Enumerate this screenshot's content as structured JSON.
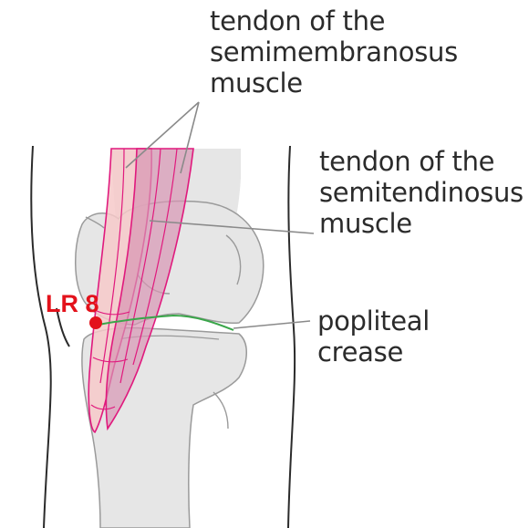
{
  "labels": {
    "semimembranosus": [
      "tendon of the",
      "semimembranosus",
      "muscle"
    ],
    "semitendinosus": [
      "tendon of the",
      "semitendinosus",
      "muscle"
    ],
    "popliteal_crease": [
      "popliteal",
      "crease"
    ]
  },
  "acupoint": {
    "name": "LR 8",
    "color": "#e3121b"
  },
  "colors": {
    "bone_fill": "#e6e6e6",
    "bone_stroke": "#9a9a9a",
    "skin_outline": "#2b2b2b",
    "tendon_stroke": "#e0197d",
    "tendon_fill": "#f6c9c9",
    "tendon_fill_dark": "#d796b4",
    "crease_line": "#3aa64a",
    "leader_line": "#8a8a8a"
  }
}
